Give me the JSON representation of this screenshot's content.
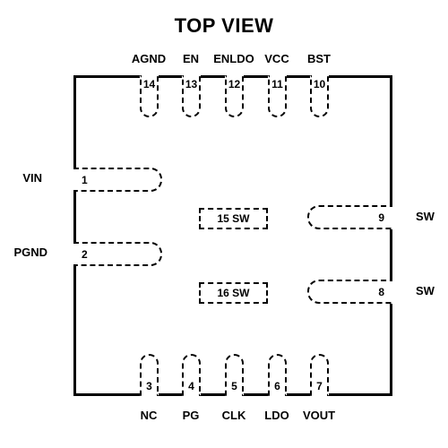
{
  "title": "TOP VIEW",
  "top_pins": [
    {
      "number": "14",
      "label": "AGND"
    },
    {
      "number": "13",
      "label": "EN"
    },
    {
      "number": "12",
      "label": "ENLDO"
    },
    {
      "number": "11",
      "label": "VCC"
    },
    {
      "number": "10",
      "label": "BST"
    }
  ],
  "bottom_pins": [
    {
      "number": "3",
      "label": "NC"
    },
    {
      "number": "4",
      "label": "PG"
    },
    {
      "number": "5",
      "label": "CLK"
    },
    {
      "number": "6",
      "label": "LDO"
    },
    {
      "number": "7",
      "label": "VOUT"
    }
  ],
  "left_pins": [
    {
      "number": "1",
      "label": "VIN"
    },
    {
      "number": "2",
      "label": "PGND"
    }
  ],
  "right_pins": [
    {
      "number": "9",
      "label": "SW"
    },
    {
      "number": "8",
      "label": "SW"
    }
  ],
  "center_pads": [
    {
      "text": "15 SW"
    },
    {
      "text": "16 SW"
    }
  ]
}
